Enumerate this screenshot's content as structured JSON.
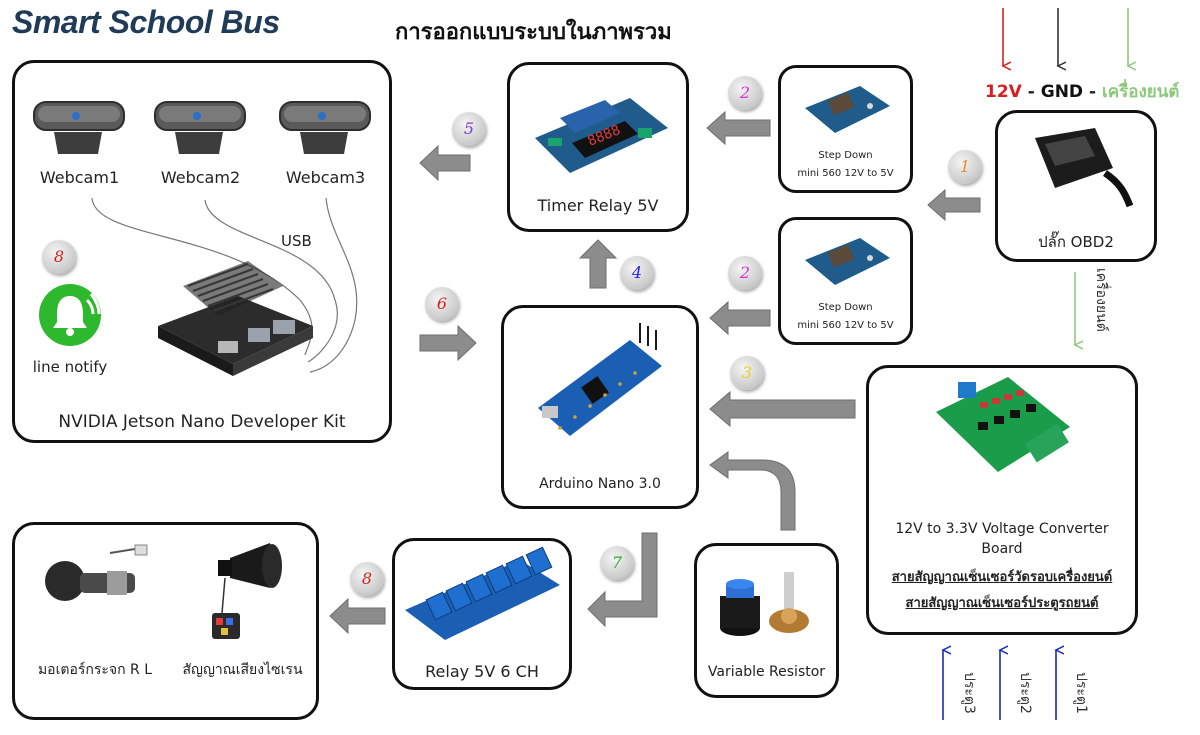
{
  "title": "Smart School Bus",
  "subtitle": "การออกแบบระบบในภาพรวม",
  "power": {
    "v12": "12V",
    "sep1": " - ",
    "gnd": "GND",
    "sep2": " - ",
    "engine": "เครื่องยนต์"
  },
  "jetson": {
    "webcams": [
      "Webcam1",
      "Webcam2",
      "Webcam3"
    ],
    "usb": "USB",
    "notify": "line notify",
    "label": "NVIDIA Jetson Nano Developer Kit"
  },
  "timer_relay": {
    "label": "Timer Relay 5V"
  },
  "stepdown1": {
    "line1": "Step Down",
    "line2": "mini 560 12V to 5V"
  },
  "stepdown2": {
    "line1": "Step Down",
    "line2": "mini 560 12V to 5V"
  },
  "obd": {
    "label": "ปลั๊ก OBD2",
    "engine_vertical": "เครื่องยนต์"
  },
  "arduino": {
    "label": "Arduino Nano 3.0"
  },
  "converter": {
    "label1": "12V to 3.3V Voltage Converter",
    "label2": "Board",
    "signal1": "สายสัญญาณเซ็นเซอร์วัดรอบเครื่องยนต์",
    "signal2": "สายสัญญาณเซ็นเซอร์ประตูรถยนต์"
  },
  "doors": [
    "ประตู3",
    "ประตู2",
    "ประตู1"
  ],
  "variable_resistor": {
    "label": "Variable Resistor"
  },
  "relay6": {
    "label": "Relay 5V 6 CH"
  },
  "outputs": {
    "motor": "มอเตอร์กระจก R L",
    "siren": "สัญญาณเสียงไซเรน"
  },
  "steps": {
    "s1": "1",
    "s2a": "2",
    "s2b": "2",
    "s3": "3",
    "s4": "4",
    "s5": "5",
    "s6": "6",
    "s7": "7",
    "s8a": "8",
    "s8b": "8"
  },
  "colors": {
    "red": "#d42020",
    "green": "#8cc97a",
    "blue": "#1a2bb0",
    "arrow": "#8c8c8c",
    "title": "#1f3b57"
  }
}
